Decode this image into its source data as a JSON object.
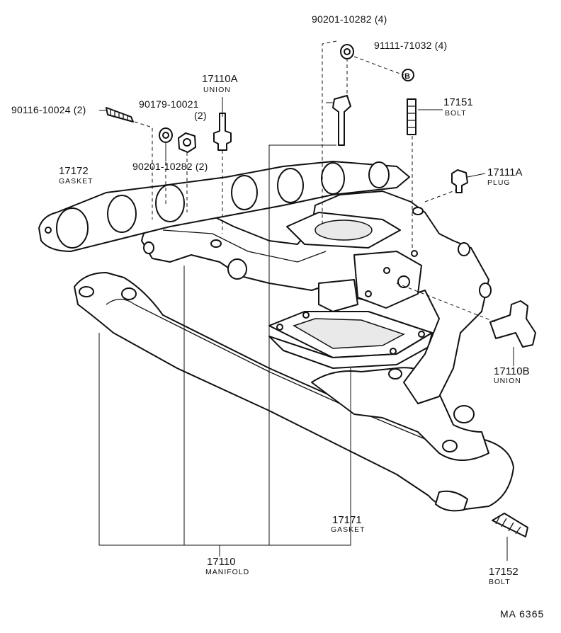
{
  "parts": [
    {
      "id": "p1",
      "number": "90201-10282 (4)"
    },
    {
      "id": "p2",
      "number": "91111-71032 (4)",
      "marker": "B"
    },
    {
      "id": "p3",
      "number": "17110A",
      "name": "UNION"
    },
    {
      "id": "p4",
      "number": "17151",
      "name": "BOLT"
    },
    {
      "id": "p5",
      "number": "90116-10024 (2)"
    },
    {
      "id": "p6",
      "number": "90179-10021",
      "qty": "(2)"
    },
    {
      "id": "p7",
      "number": "90201-10282 (2)"
    },
    {
      "id": "p8",
      "number": "17172",
      "name": "GASKET"
    },
    {
      "id": "p9",
      "number": "17111A",
      "name": "PLUG"
    },
    {
      "id": "p10",
      "number": "17110B",
      "name": "UNION"
    },
    {
      "id": "p11",
      "number": "17171",
      "name": "GASKET"
    },
    {
      "id": "p12",
      "number": "17110",
      "name": "MANIFOLD"
    },
    {
      "id": "p13",
      "number": "17152",
      "name": "BOLT"
    }
  ],
  "diagram_code": "MA 6365"
}
